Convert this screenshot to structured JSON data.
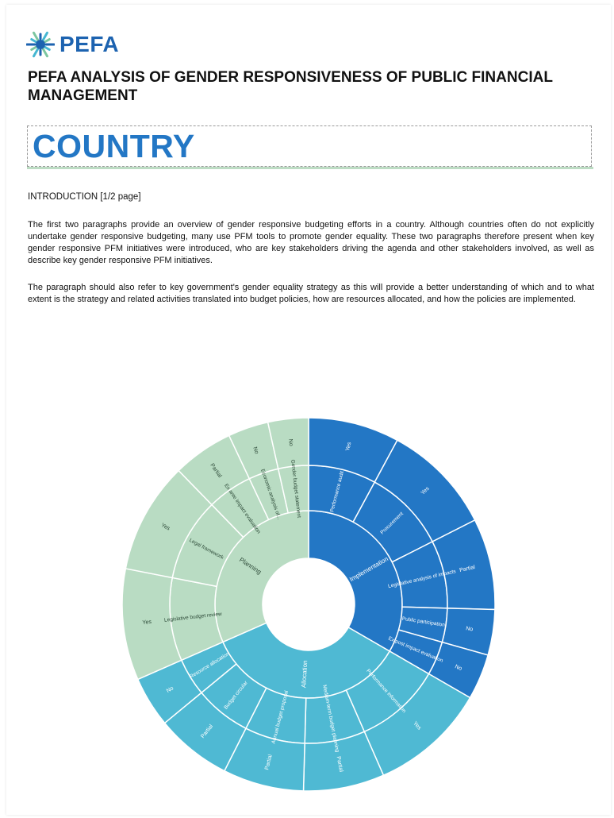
{
  "header": {
    "logo_text": "PEFA",
    "title": "PEFA ANALYSIS OF GENDER RESPONSIVENESS OF PUBLIC FINANCIAL MANAGEMENT",
    "country": "COUNTRY",
    "logo_colors": [
      "#1d63b0",
      "#45b7d1",
      "#7cc6a0"
    ]
  },
  "intro": {
    "heading": "INTRODUCTION [1/2 page]",
    "paragraphs": [
      "The first two paragraphs provide an overview of gender responsive budgeting efforts in a country. Although countries often do not explicitly undertake gender responsive budgeting, many use PFM tools to promote gender equality. These two paragraphs therefore present when key gender responsive PFM initiatives were introduced, who are key stakeholders driving the agenda and other stakeholders involved, as well as describe key gender responsive PFM initiatives.",
      "The paragraph should also refer to key government's gender equality strategy as this will provide a better understanding of which and to what extent is the strategy and related activities translated into budget policies, how are resources allocated, and how the policies are implemented."
    ]
  },
  "chart_data": {
    "type": "sunburst",
    "colors": {
      "Planning": "#b9dcc3",
      "Implementation": "#2377c5",
      "Allocation": "#4fb9d3"
    },
    "categories": [
      {
        "name": "Implementation",
        "children": [
          {
            "name": "Performance audit",
            "value": 18,
            "rating": "Yes"
          },
          {
            "name": "Procurement",
            "value": 22,
            "rating": "Yes"
          },
          {
            "name": "Legislative analysis of impacts",
            "value": 18,
            "rating": "Partial"
          },
          {
            "name": "Public participation",
            "value": 9,
            "rating": "No"
          },
          {
            "name": "Ex post impact evaluation",
            "value": 9,
            "rating": "No"
          }
        ]
      },
      {
        "name": "Allocation",
        "children": [
          {
            "name": "Performance information",
            "value": 23,
            "rating": "Yes"
          },
          {
            "name": "Medium-term budget planning",
            "value": 16,
            "rating": "Partial"
          },
          {
            "name": "Annual budget proposal",
            "value": 16,
            "rating": "Partial"
          },
          {
            "name": "Budget circular",
            "value": 15,
            "rating": "Partial"
          },
          {
            "name": "Resource allocation",
            "value": 10,
            "rating": "No"
          }
        ]
      },
      {
        "name": "Planning",
        "children": [
          {
            "name": "Legislative budget review",
            "value": 22,
            "rating": "Yes"
          },
          {
            "name": "Legal framework",
            "value": 22,
            "rating": "Yes"
          },
          {
            "name": "Ex ante impact evaluation",
            "value": 12,
            "rating": "Partial"
          },
          {
            "name": "Economic analysis of...",
            "value": 8,
            "rating": "No"
          },
          {
            "name": "Gender budget statement",
            "value": 8,
            "rating": "No"
          }
        ]
      }
    ],
    "inner_labels": {
      "Performance audit": "Performance audit",
      "Procurement": "Procurement",
      "Legislative analysis of impacts": "Legislative analysis of impacts",
      "Public participation": "Public participation",
      "Ex post impact evaluation": "Ex post impact evaluation",
      "Performance information": "Performance information",
      "Medium-term budget planning": "Medium-term budget planning",
      "Annual budget proposal": "Annual budget proposal",
      "Budget circular": "Budget circular",
      "Resource allocation": "Resource allocation",
      "Legislative budget review": "Legislative budget review",
      "Legal framework": "Legal framework",
      "Ex ante impact evaluation": "Ex ante impact evaluation",
      "Economic analysis of...": "Economic analysis of...",
      "Gender budget statement": "Gender budget statement"
    }
  }
}
